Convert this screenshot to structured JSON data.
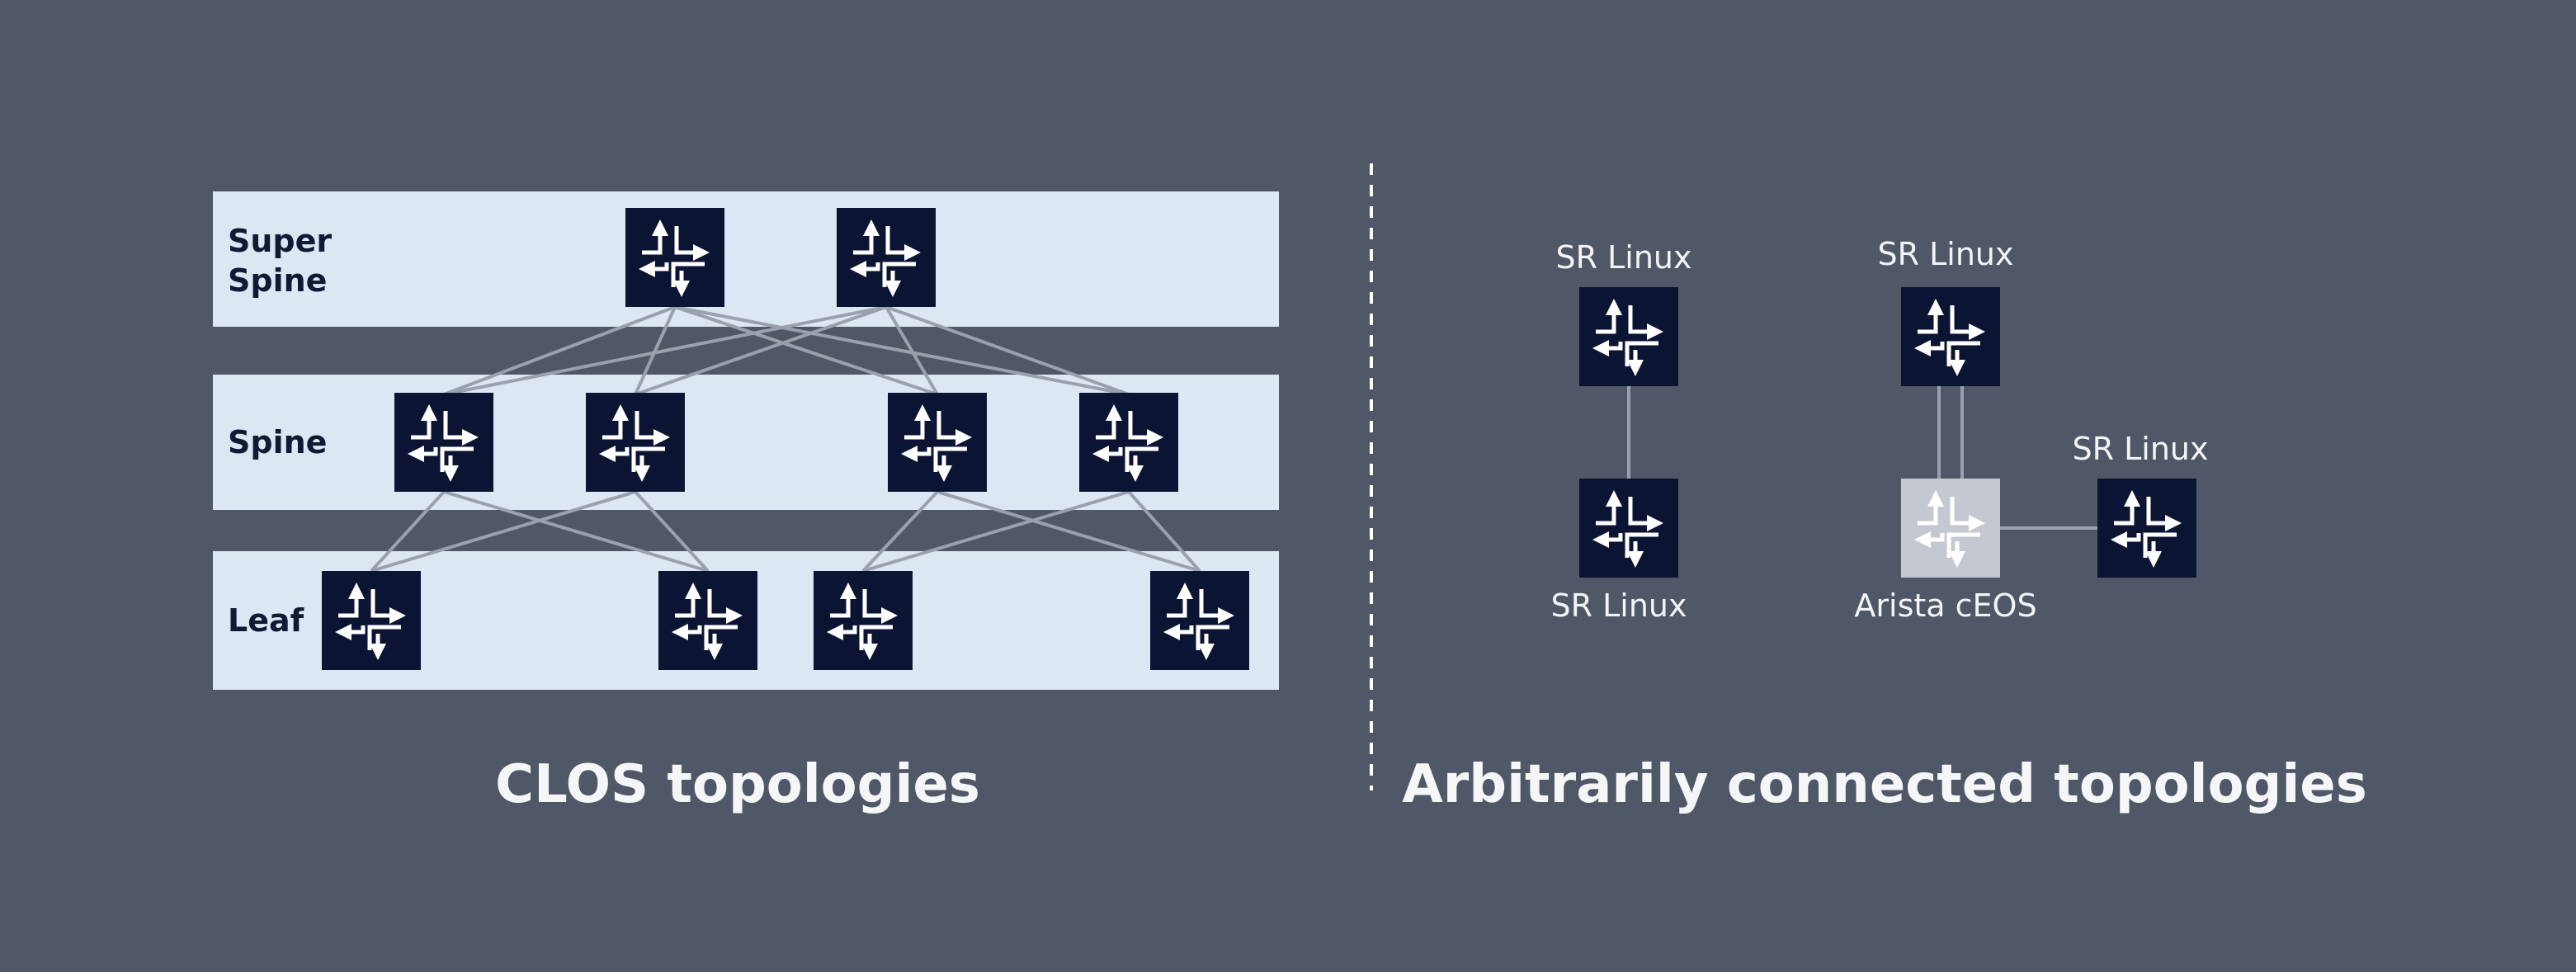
{
  "clos": {
    "bands": {
      "super_spine": "Super Spine",
      "spine": "Spine",
      "leaf": "Leaf"
    },
    "caption": "CLOS topologies"
  },
  "arbitrary": {
    "labels": {
      "a_top": "SR Linux",
      "a_bottom": "SR Linux",
      "b_top": "SR Linux",
      "b_bottom": "Arista cEOS",
      "b_right": "SR Linux"
    },
    "caption": "Arbitrarily connected topologies"
  },
  "colors": {
    "background": "#505766",
    "band": "#dde7f3",
    "router": "#0b1433",
    "router_highlight": "#c3c8d1",
    "link": "#9aa1ad",
    "divider": "#ffffff"
  },
  "icons": {
    "router": "router-icon"
  }
}
